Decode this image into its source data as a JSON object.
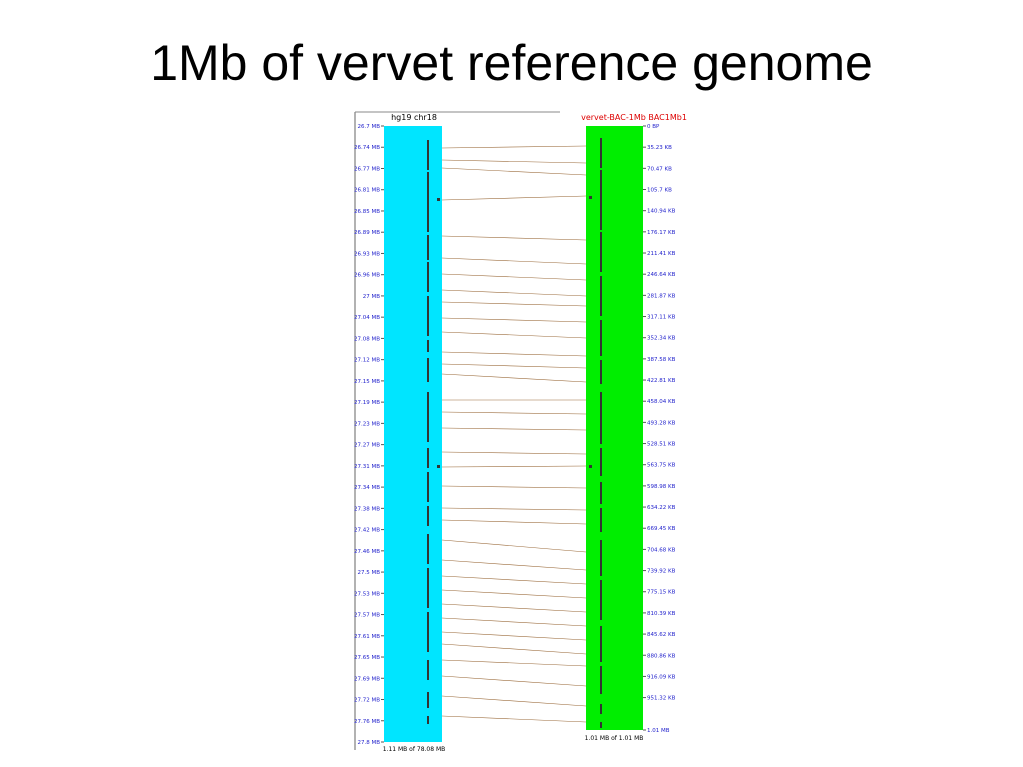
{
  "title": "1Mb of vervet reference genome",
  "left_panel": {
    "header": "hg19 chr18",
    "footer": "1.11 MB of 78.08 MB",
    "color": "#00e5ff",
    "ticks": [
      "26.7 MB",
      "26.74 MB",
      "26.77 MB",
      "26.81 MB",
      "26.85 MB",
      "26.89 MB",
      "26.93 MB",
      "26.96 MB",
      "27 MB",
      "27.04 MB",
      "27.08 MB",
      "27.12 MB",
      "27.15 MB",
      "27.19 MB",
      "27.23 MB",
      "27.27 MB",
      "27.31 MB",
      "27.34 MB",
      "27.38 MB",
      "27.42 MB",
      "27.46 MB",
      "27.5 MB",
      "27.53 MB",
      "27.57 MB",
      "27.61 MB",
      "27.65 MB",
      "27.69 MB",
      "27.72 MB",
      "27.76 MB",
      "27.8 MB"
    ]
  },
  "right_panel": {
    "header": "vervet-BAC-1Mb BAC1Mb1",
    "footer": "1.01 MB of 1.01 MB",
    "color": "#00ee00",
    "header_color": "#dd0000",
    "ticks": [
      "0 BP",
      "35.23 KB",
      "70.47 KB",
      "105.7 KB",
      "140.94 KB",
      "176.17 KB",
      "211.41 KB",
      "246.64 KB",
      "281.87 KB",
      "317.11 KB",
      "352.34 KB",
      "387.58 KB",
      "422.81 KB",
      "458.04 KB",
      "493.28 KB",
      "528.51 KB",
      "563.75 KB",
      "598.98 KB",
      "634.22 KB",
      "669.45 KB",
      "704.68 KB",
      "739.92 KB",
      "775.15 KB",
      "810.39 KB",
      "845.62 KB",
      "880.86 KB",
      "916.09 KB",
      "951.32 KB",
      "1.01 MB"
    ]
  },
  "colors": {
    "tick_label": "#2222cc",
    "link_line": "#9a6a3a",
    "block": "#333333"
  }
}
